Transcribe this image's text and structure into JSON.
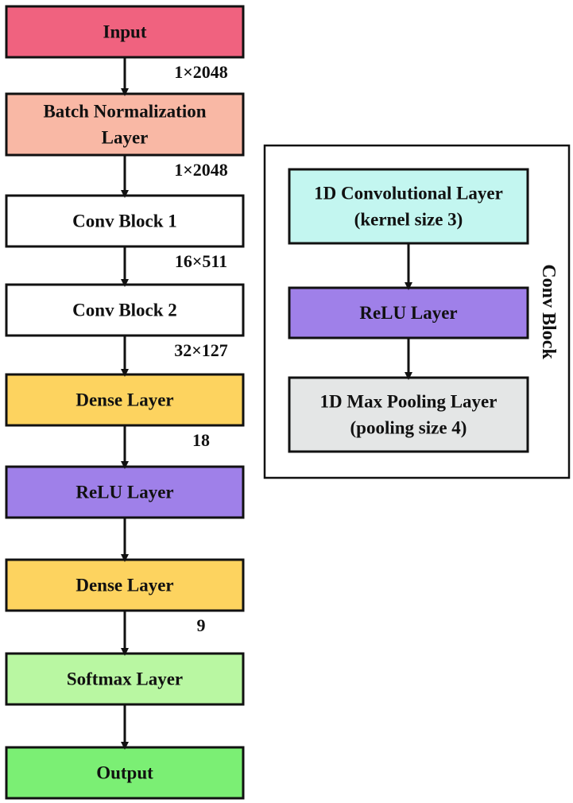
{
  "main_flow": {
    "boxes": [
      {
        "id": "input",
        "lines": [
          "Input"
        ],
        "fill": "#f0627f"
      },
      {
        "id": "batch-norm",
        "lines": [
          "Batch Normalization",
          "Layer"
        ],
        "fill": "#f9b8a5"
      },
      {
        "id": "conv-block-1",
        "lines": [
          "Conv Block 1"
        ],
        "fill": "#ffffff"
      },
      {
        "id": "conv-block-2",
        "lines": [
          "Conv Block 2"
        ],
        "fill": "#ffffff"
      },
      {
        "id": "dense-1",
        "lines": [
          "Dense Layer"
        ],
        "fill": "#fdd35f"
      },
      {
        "id": "relu",
        "lines": [
          "ReLU Layer"
        ],
        "fill": "#9f80e9"
      },
      {
        "id": "dense-2",
        "lines": [
          "Dense Layer"
        ],
        "fill": "#fdd35f"
      },
      {
        "id": "softmax",
        "lines": [
          "Softmax Layer"
        ],
        "fill": "#b9f7a2"
      },
      {
        "id": "output",
        "lines": [
          "Output"
        ],
        "fill": "#7bef74"
      }
    ],
    "dimensions": [
      "1×2048",
      "1×2048",
      "16×511",
      "32×127",
      "18",
      "",
      "9",
      ""
    ]
  },
  "conv_block": {
    "title": "Conv Block",
    "boxes": [
      {
        "id": "conv1d",
        "lines": [
          "1D Convolutional Layer",
          "(kernel size 3)"
        ],
        "fill": "#c3f6f0"
      },
      {
        "id": "relu-inner",
        "lines": [
          "ReLU Layer"
        ],
        "fill": "#9f80e9"
      },
      {
        "id": "maxpool",
        "lines": [
          "1D Max Pooling Layer",
          "(pooling size 4)"
        ],
        "fill": "#e4e6e6"
      }
    ]
  }
}
